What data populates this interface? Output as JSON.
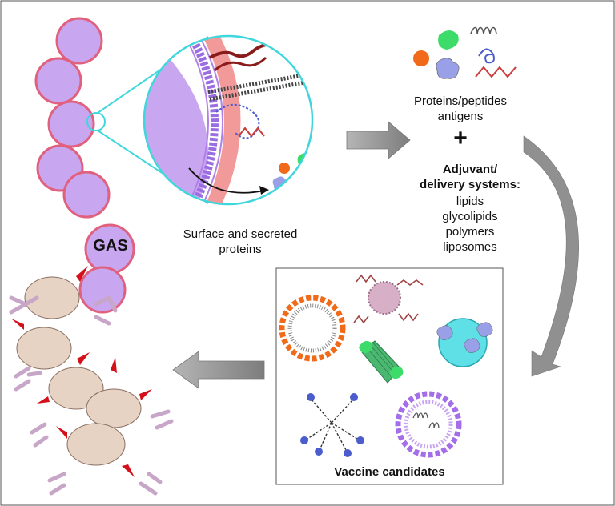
{
  "labels": {
    "gas": "GAS",
    "surface_line1": "Surface and secreted",
    "surface_line2": "proteins",
    "antigens_line1": "Proteins/peptides",
    "antigens_line2": "antigens",
    "plus": "+",
    "adjuvant_line1": "Adjuvant/",
    "adjuvant_line2": "delivery systems:",
    "adjuvant_items": [
      "lipids",
      "glycolipids",
      "polymers",
      "liposomes"
    ],
    "vaccine_box_title": "Vaccine candidates"
  },
  "colors": {
    "bacterium_fill": "#c9a6f0",
    "bacterium_border": "#e0607e",
    "zoom_outline": "#3fd6dc",
    "cell_wall": "#f08080",
    "arrow_gray": "#8e8e8e",
    "antigen_orange": "#f06a1a",
    "antigen_green": "#3ddc6a",
    "antigen_lilac": "#9aa0e8",
    "antibody": "#c8a6c8",
    "killed_bacterium": "#e6d3c4",
    "spike_red": "#d4101a"
  }
}
